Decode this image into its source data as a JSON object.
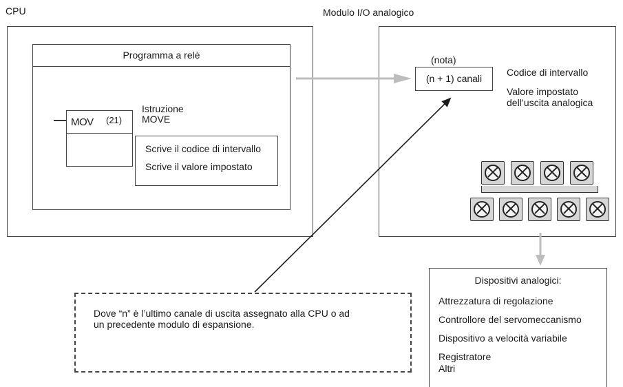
{
  "cpu": {
    "title": "CPU",
    "ladder_program_title": "Programma a relè",
    "mov_label": "MOV",
    "mov_number": "(21)",
    "instruction_name_line1": "Istruzione",
    "instruction_name_line2": "MOVE",
    "writes": [
      "Scrive il codice di intervallo",
      "Scrive il valore impostato"
    ]
  },
  "module": {
    "title": "Modulo I/O analogico",
    "note": "(nota)",
    "channels": "(n + 1) canali",
    "desc_line1": "Codice di intervallo",
    "desc_line2": "Valore impostato",
    "desc_line3": "dell’uscita analogica"
  },
  "devices": {
    "title": "Dispositivi analogici:",
    "items": [
      "Attrezzatura di regolazione",
      "Controllore del servomeccanismo",
      "Dispositivo a velocità variabile",
      "Registratore",
      "Altri"
    ]
  },
  "footnote": {
    "line1": "Dove “n” è l’ultimo canale di uscita assegnato alla CPU o ad",
    "line2": "un precedente modulo di espansione."
  },
  "colors": {
    "arrow_gray": "#bdbdbd",
    "line_dark": "#333333",
    "terminal_fill": "#d6d6d6"
  }
}
